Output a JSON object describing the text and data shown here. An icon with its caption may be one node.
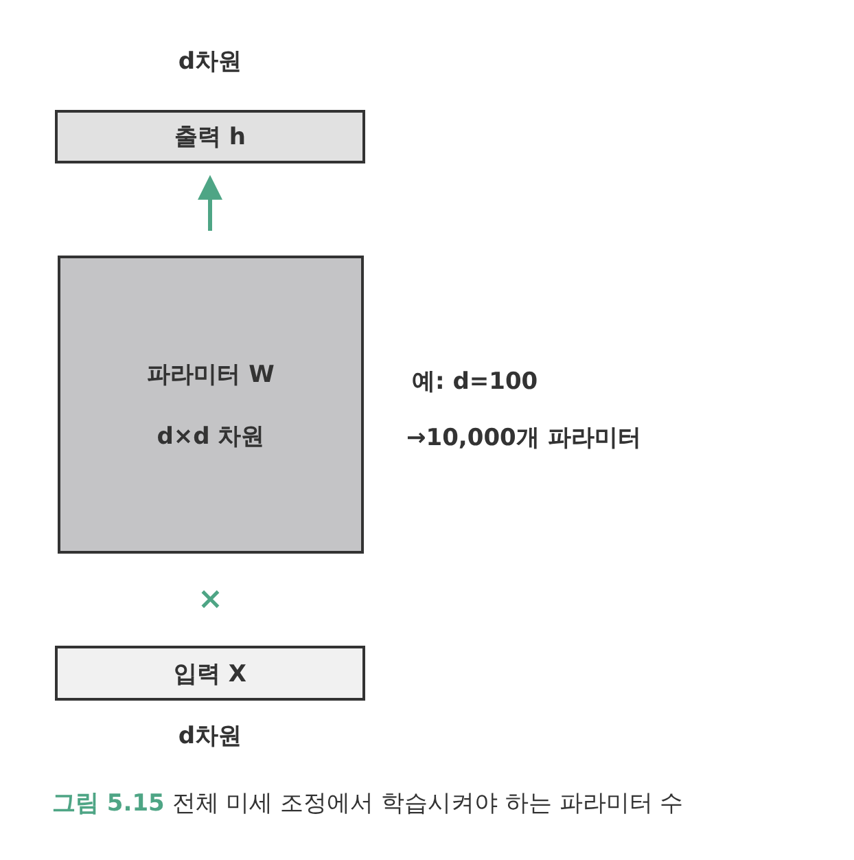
{
  "diagram": {
    "caption": "**그림 5.15** 전체 미세 조정에서 학습시켜야 하는 파라미터 수",
    "nodes": [
      {
        "text": [
          "출력 h"
        ],
        "beside": [
          "d차원"
        ]
      },
      {
        "text": [
          "파라미터 W",
          "d×d 차원"
        ]
      },
      {
        "text": [
          "입력 X"
        ],
        "beside": [
          "d차원"
        ]
      }
    ],
    "edges": [
      {
        "from": 1,
        "to": 0,
        "arrow": "to"
      }
    ],
    "labels": [
      "×",
      "예: d=100",
      "→10,000개 파라미터"
    ]
  }
}
